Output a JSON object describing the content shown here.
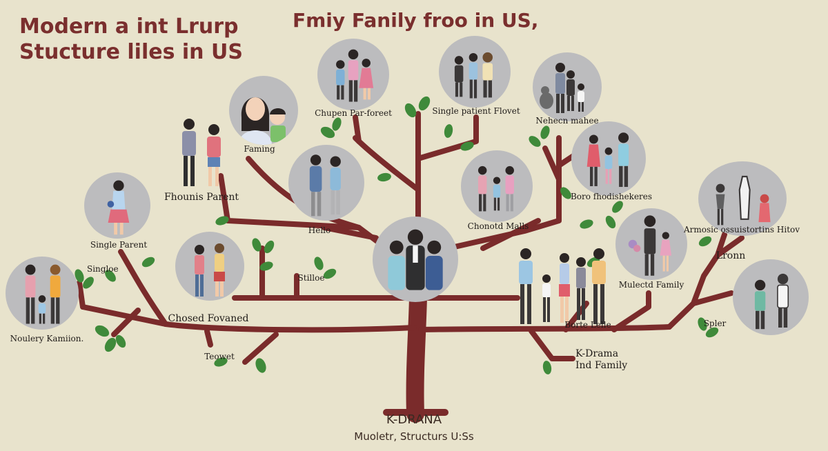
{
  "titles": {
    "left_line1": "Modern a int Lrurp",
    "left_line2": "Stucture liles in US",
    "top": "Fmiy Fanily froo in US,"
  },
  "footer": {
    "line1": "K-DRANA",
    "line2": "Muoletr, Structurs U:Ss"
  },
  "labels": {
    "chupen": "Chupen Par-foreet",
    "single_patient": "Single patient Flovet",
    "neheen": "Nehecn mahee",
    "faming": "Faming",
    "fhounis": "Fhounis Parent",
    "hello": "Hello",
    "chonotd": "Chonotd Malls",
    "boro": "Boro fhodishekeres",
    "single_parent": "Single Parent",
    "armosic": "Armosic ossuistortins Hitov",
    "singloe": "Singloe",
    "stilloe": "Stilloe",
    "chosed": "Chosed Fovaned",
    "noulery": "Noulery Kamiion.",
    "muletd": "Mulectd Family",
    "leonn": "Lronn",
    "borto": "Borte Lelle",
    "spler": "Spler",
    "teowet": "Teowet",
    "kdrama_1": "K-Drama",
    "kdrama_2": "Ind Family"
  },
  "colors": {
    "background": "#e8e3cc",
    "trunk": "#7a2b2b",
    "leaf": "#3f8a3a",
    "circle": "#bcbcbe",
    "title": "#7a2f2e"
  }
}
